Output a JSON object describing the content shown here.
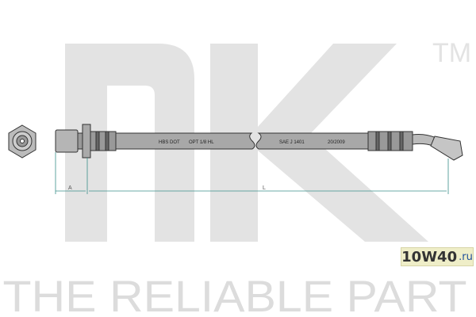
{
  "logo": {
    "brand": "nK",
    "trademark": "TM"
  },
  "tagline": "THE RELIABLE PART",
  "hose_markings": [
    "HBS DOT",
    "OPT 1/8 HL",
    "SAE J 1401",
    "20/2009"
  ],
  "dimensions": {
    "a_label": "A",
    "l_label": "L"
  },
  "watermark": {
    "main": "10W40",
    "suffix": ".ru"
  },
  "colors": {
    "logo": "#e3e3e3",
    "dimension": "#3a8f8a",
    "hose": "#9a9a9a"
  }
}
